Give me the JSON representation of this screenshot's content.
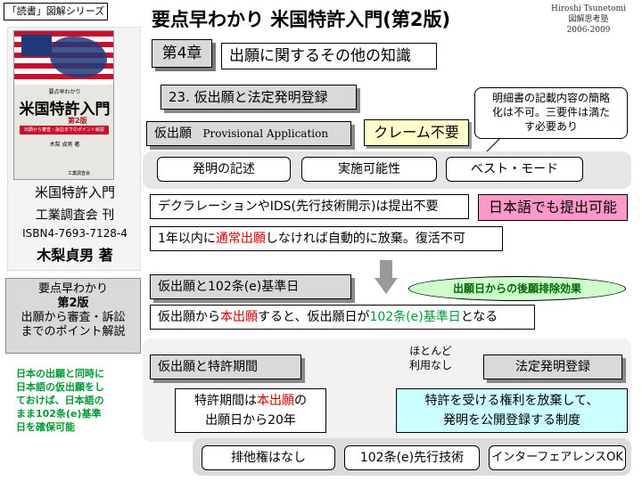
{
  "header": {
    "series": "「読書」図解シリーズ",
    "title": "要点早わかり 米国特許入門(第2版)",
    "credit": [
      "Hiroshi Tsunetomi",
      "図解思考塾",
      "2006-2009"
    ]
  },
  "book": {
    "cover_small": "要点早わかり",
    "cover_title": "米国特許入門",
    "cover_edition": "第2版",
    "cover_strip": "出願から審査・訴訟までのポイント解説",
    "cover_author": "木梨 貞男 著",
    "cover_publisher": "工業調査会",
    "info": [
      "米国特許入門",
      "工業調査会 刊",
      "ISBN4-7693-7128-4",
      "木梨貞男 著"
    ],
    "summary": [
      "要点早わかり",
      "第2版",
      "出願から審査・訴訟",
      "までのポイント解説"
    ],
    "note": [
      "日本の出願と同時に",
      "日本語の仮出願をし",
      "ておけば、日本語の",
      "まま102条(e)基準",
      "日を確保可能"
    ]
  },
  "chapter": {
    "label": "第4章",
    "title": "出願に関するその他の知識"
  },
  "section": "23. 仮出願と法定発明登録",
  "callout": [
    "明細書の記載内容の簡略",
    "化は不可。三要件は満た",
    "す必要あり"
  ],
  "provisional": {
    "label": "仮出願",
    "english": "Provisional Application"
  },
  "claim_badge": "クレーム不要",
  "requirements": [
    "発明の記述",
    "実施可能性",
    "ベスト・モード"
  ],
  "declaration": "デクラレーションやIDS(先行技術開示)は提出不要",
  "japanese_ok": "日本語でも提出可能",
  "abandon": {
    "pre": "1年以内に",
    "red": "通常出願",
    "post": "しなければ自動的に放棄。復活不可"
  },
  "base_date": {
    "label": "仮出願と102条(e)基準日",
    "oval": "出願日からの後願排除効果",
    "pre": "仮出願から",
    "red": "本出願",
    "mid": "すると、仮出願日が",
    "green": "102条(e)基準日",
    "post": "となる"
  },
  "term": {
    "label": "仮出願と特許期間",
    "pre": "特許期間は",
    "red": "本出願",
    "post": "の",
    "line2": "出願日から20年"
  },
  "rarely": [
    "ほとんど",
    "利用なし"
  ],
  "sir": {
    "label": "法定発明登録",
    "desc": [
      "特許を受ける権利を放棄して、",
      "発明を公開登録する制度"
    ]
  },
  "bottom": [
    "排他権はなし",
    "102条(e)先行技術",
    "インターフェアレンスOK"
  ],
  "colors": {
    "red": "#cc0000",
    "green": "#009933",
    "pink": "#ff99cc",
    "yellow": "#ffffcc",
    "cyan": "#ccffff",
    "gray": "#d9d9d9"
  }
}
